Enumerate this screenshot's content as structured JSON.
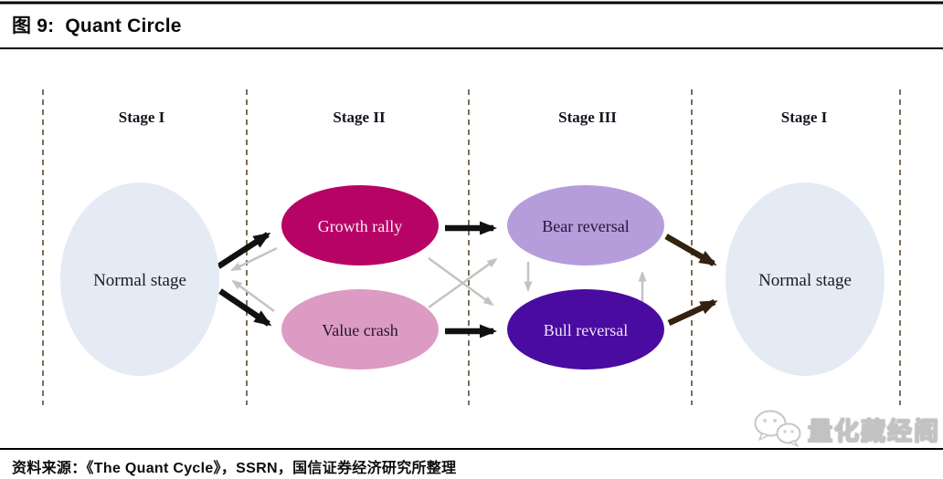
{
  "title": "图 9:  Quant Circle",
  "stages": [
    {
      "label": "Stage I"
    },
    {
      "label": "Stage II"
    },
    {
      "label": "Stage III"
    },
    {
      "label": "Stage I"
    }
  ],
  "nodes": {
    "normal_left": {
      "label": "Normal stage",
      "color": "#e4ebf5"
    },
    "growth_rally": {
      "label": "Growth rally",
      "color": "#b80366"
    },
    "value_crash": {
      "label": "Value crash",
      "color": "#dc9bc3"
    },
    "bear_reversal": {
      "label": "Bear reversal",
      "color": "#b59cdb"
    },
    "bull_reversal": {
      "label": "Bull reversal",
      "color": "#4a0ba0"
    },
    "normal_right": {
      "label": "Normal stage",
      "color": "#e4ebf5"
    }
  },
  "edges": [
    {
      "from": "normal_left",
      "to": "growth_rally",
      "style": "black"
    },
    {
      "from": "normal_left",
      "to": "value_crash",
      "style": "black"
    },
    {
      "from": "growth_rally",
      "to": "normal_left",
      "style": "gray"
    },
    {
      "from": "value_crash",
      "to": "normal_left",
      "style": "gray"
    },
    {
      "from": "growth_rally",
      "to": "bear_reversal",
      "style": "black"
    },
    {
      "from": "value_crash",
      "to": "bull_reversal",
      "style": "black"
    },
    {
      "from": "growth_rally",
      "to": "bull_reversal",
      "style": "gray"
    },
    {
      "from": "value_crash",
      "to": "bear_reversal",
      "style": "gray"
    },
    {
      "from": "bear_reversal",
      "to": "bull_reversal",
      "style": "gray"
    },
    {
      "from": "bull_reversal",
      "to": "bear_reversal",
      "style": "gray"
    },
    {
      "from": "bear_reversal",
      "to": "normal_right",
      "style": "dark_brown"
    },
    {
      "from": "bull_reversal",
      "to": "normal_right",
      "style": "dark_brown"
    }
  ],
  "colors": {
    "arrow_black": "#111111",
    "arrow_dark_brown": "#33220f",
    "arrow_gray": "#c3c3c3",
    "stage_divider": "#7d6e58",
    "border": "#000000"
  },
  "source": "资料来源：《The Quant Cycle》，SSRN，国信证券经济研究所整理",
  "watermark": {
    "label": "量化藏经阁",
    "icon": "wechat-icon"
  }
}
